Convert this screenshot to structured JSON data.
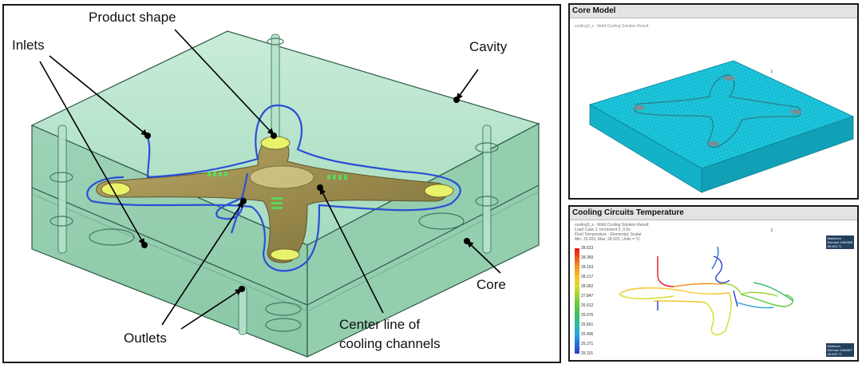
{
  "main_panel": {
    "labels": {
      "product_shape": "Product shape",
      "inlets": "Inlets",
      "cavity": "Cavity",
      "core": "Core",
      "outlets": "Outlets",
      "center_line_1": "Center line of",
      "center_line_2": "cooling channels"
    }
  },
  "core_model_panel": {
    "title": "Core Model",
    "subtitle": "cooling3_s - Mold Cooling Solution Result"
  },
  "temperature_panel": {
    "title": "Cooling Circuits Temperature",
    "info": "cooling3_s - Mold Cooling Solution Result\nLoad Case 1: Increment 2, 0.5s\nFluid Temperature - Elemental, Scalar\nMin: 25.003, Max: 28.923, Units = °C",
    "legend": [
      "28.623",
      "28.369",
      "28.153",
      "28.217",
      "28.062",
      "27.847",
      "25.912",
      "25.076",
      "25.561",
      "25.406",
      "25.271",
      "25.115"
    ],
    "legend_colors": [
      "#e8161a",
      "#f0541c",
      "#f59522",
      "#f4c52a",
      "#d8dc2a",
      "#9bd332",
      "#5cc83e",
      "#37bf6c",
      "#2bbcaa",
      "#27a6d8",
      "#2770d8",
      "#2a3fc8"
    ],
    "tag_top": "Maximum\nElement 1560368\n28.923 °C",
    "tag_bottom": "Minimum\nElement 1560807\n25.003 °C"
  },
  "colors": {
    "mold": "#a9dcc0",
    "mold_edge": "#2c5a46",
    "channel": "#2a4fd6",
    "product": "#9a8a4a",
    "mesh": "#19c3dc"
  }
}
